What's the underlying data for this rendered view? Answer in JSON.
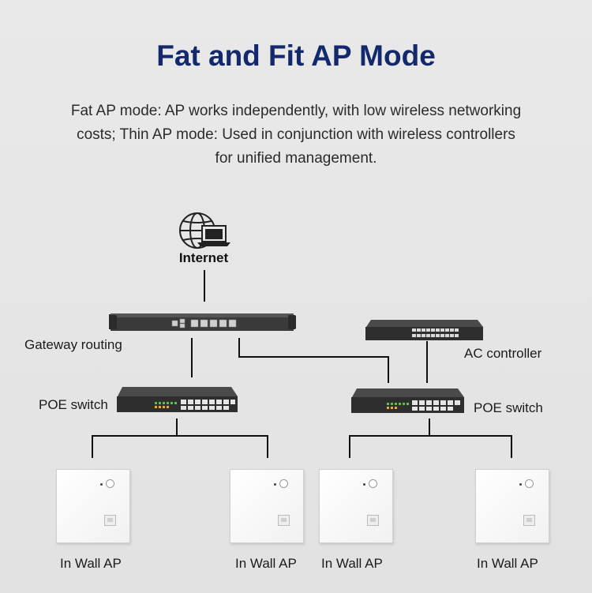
{
  "title": "Fat and Fit AP Mode",
  "description": {
    "line1": "Fat AP mode: AP works independently, with low wireless networking",
    "line2": "costs; Thin AP mode: Used in conjunction with wireless controllers",
    "line3": "for unified management."
  },
  "nodes": {
    "internet": "Internet",
    "gateway": "Gateway routing",
    "ac_controller": "AC controller",
    "poe_switch_left": "POE switch",
    "poe_switch_right": "POE switch",
    "aps": [
      "In Wall AP",
      "In Wall AP",
      "In Wall AP",
      "In Wall AP"
    ]
  },
  "icons": {
    "internet": "globe-laptop-icon",
    "gateway": "rack-router-icon",
    "ac_controller": "rack-switch-icon",
    "poe_switch": "poe-switch-icon",
    "ap": "in-wall-ap-icon"
  },
  "colors": {
    "title": "#13296b",
    "background": "#e7e7e7",
    "lines": "#111111"
  }
}
